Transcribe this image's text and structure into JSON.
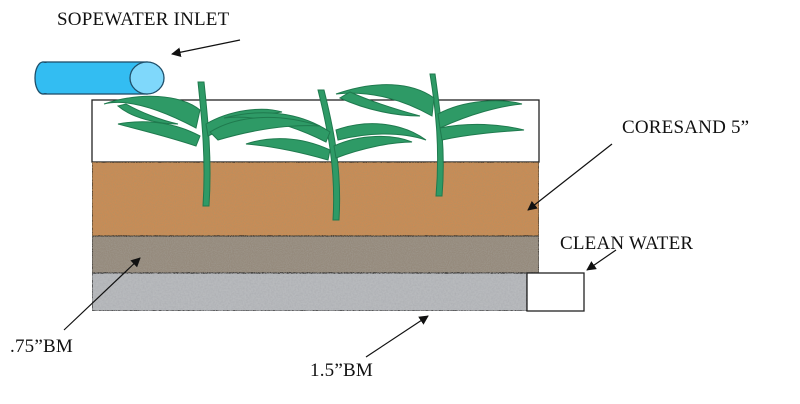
{
  "labels": {
    "inlet": "SOPEWATER INLET",
    "coresand": "CORESAND 5”",
    "clean_water": "CLEAN WATER",
    "bm_075": ".75”BM",
    "bm_15": "1.5”BM"
  },
  "colors": {
    "pipe": "#33bdf2",
    "pipe_end": "#7fd8fb",
    "leaf": "#2e9a66",
    "leaf_stroke": "#1f7a4e",
    "coresand": "#c98c56",
    "mid_layer": "#958a7c",
    "bottom_layer": "#b8babd",
    "outline": "#222222"
  }
}
